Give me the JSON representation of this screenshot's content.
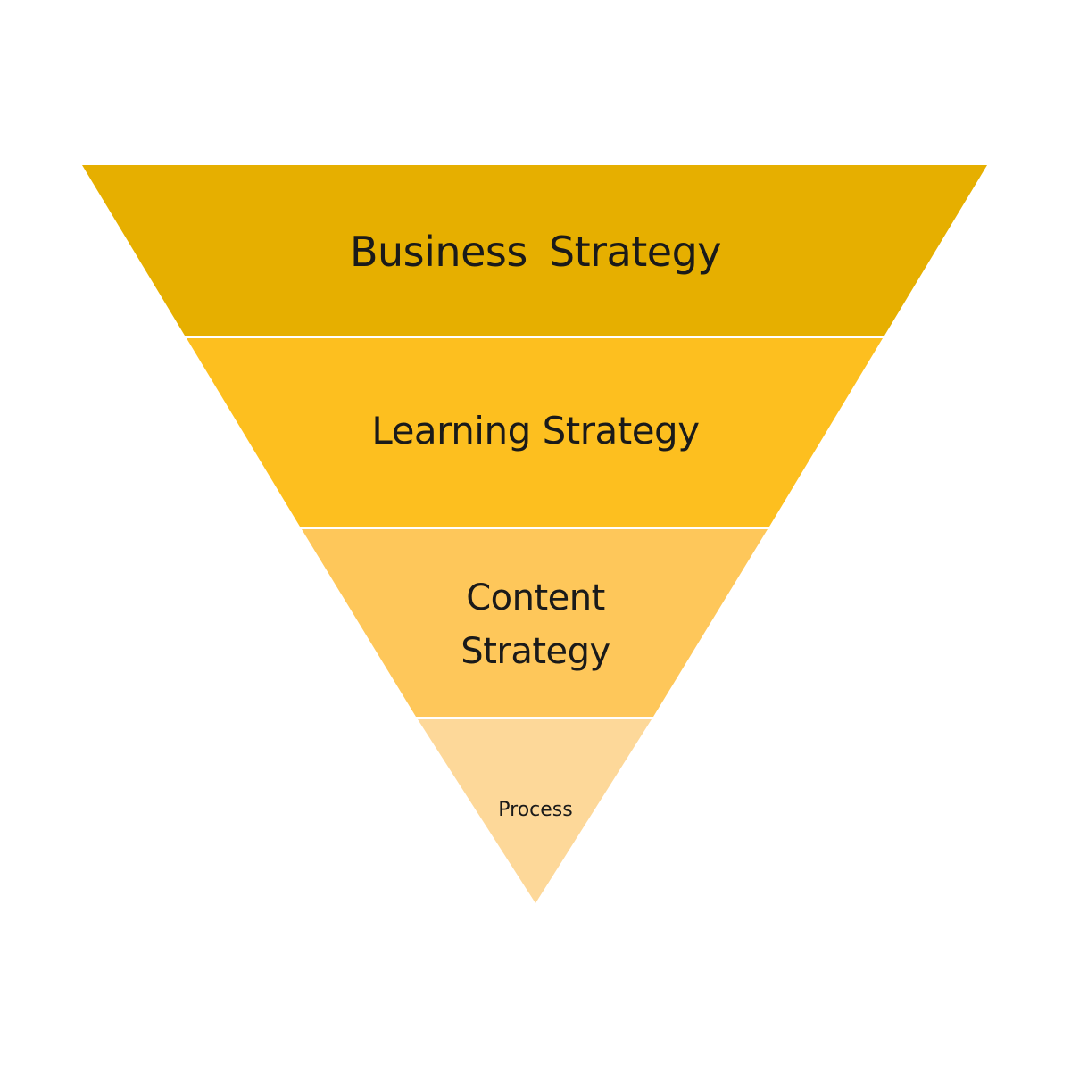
{
  "diagram": {
    "type": "inverted-pyramid",
    "levels": [
      {
        "label": "Business  Strategy",
        "color": "#E6AF00"
      },
      {
        "label": "Learning Strategy",
        "color": "#FDBF1F"
      },
      {
        "label": "Content\nStrategy",
        "color": "#FEC75A"
      },
      {
        "label": "Process",
        "color": "#FDD899"
      }
    ]
  }
}
